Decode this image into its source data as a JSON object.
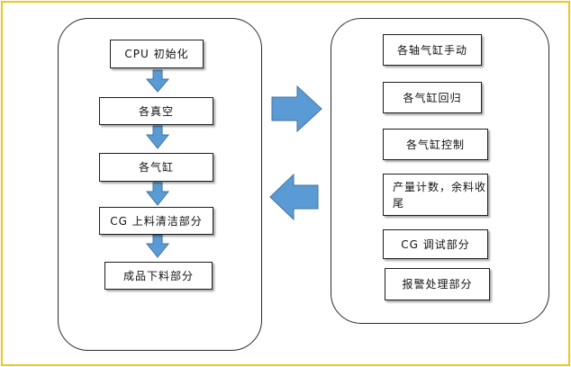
{
  "border_color": "#f2c718",
  "arrow_color": "#5b9bd5",
  "left_steps": [
    "CPU 初始化",
    "各真空",
    "各气缸",
    "CG 上料清洁部分",
    "成品下料部分"
  ],
  "right_items": [
    "各轴气缸手动",
    "各气缸回归",
    "各气缸控制",
    "产量计数，余料收尾",
    "CG 调试部分",
    "报警处理部分"
  ]
}
